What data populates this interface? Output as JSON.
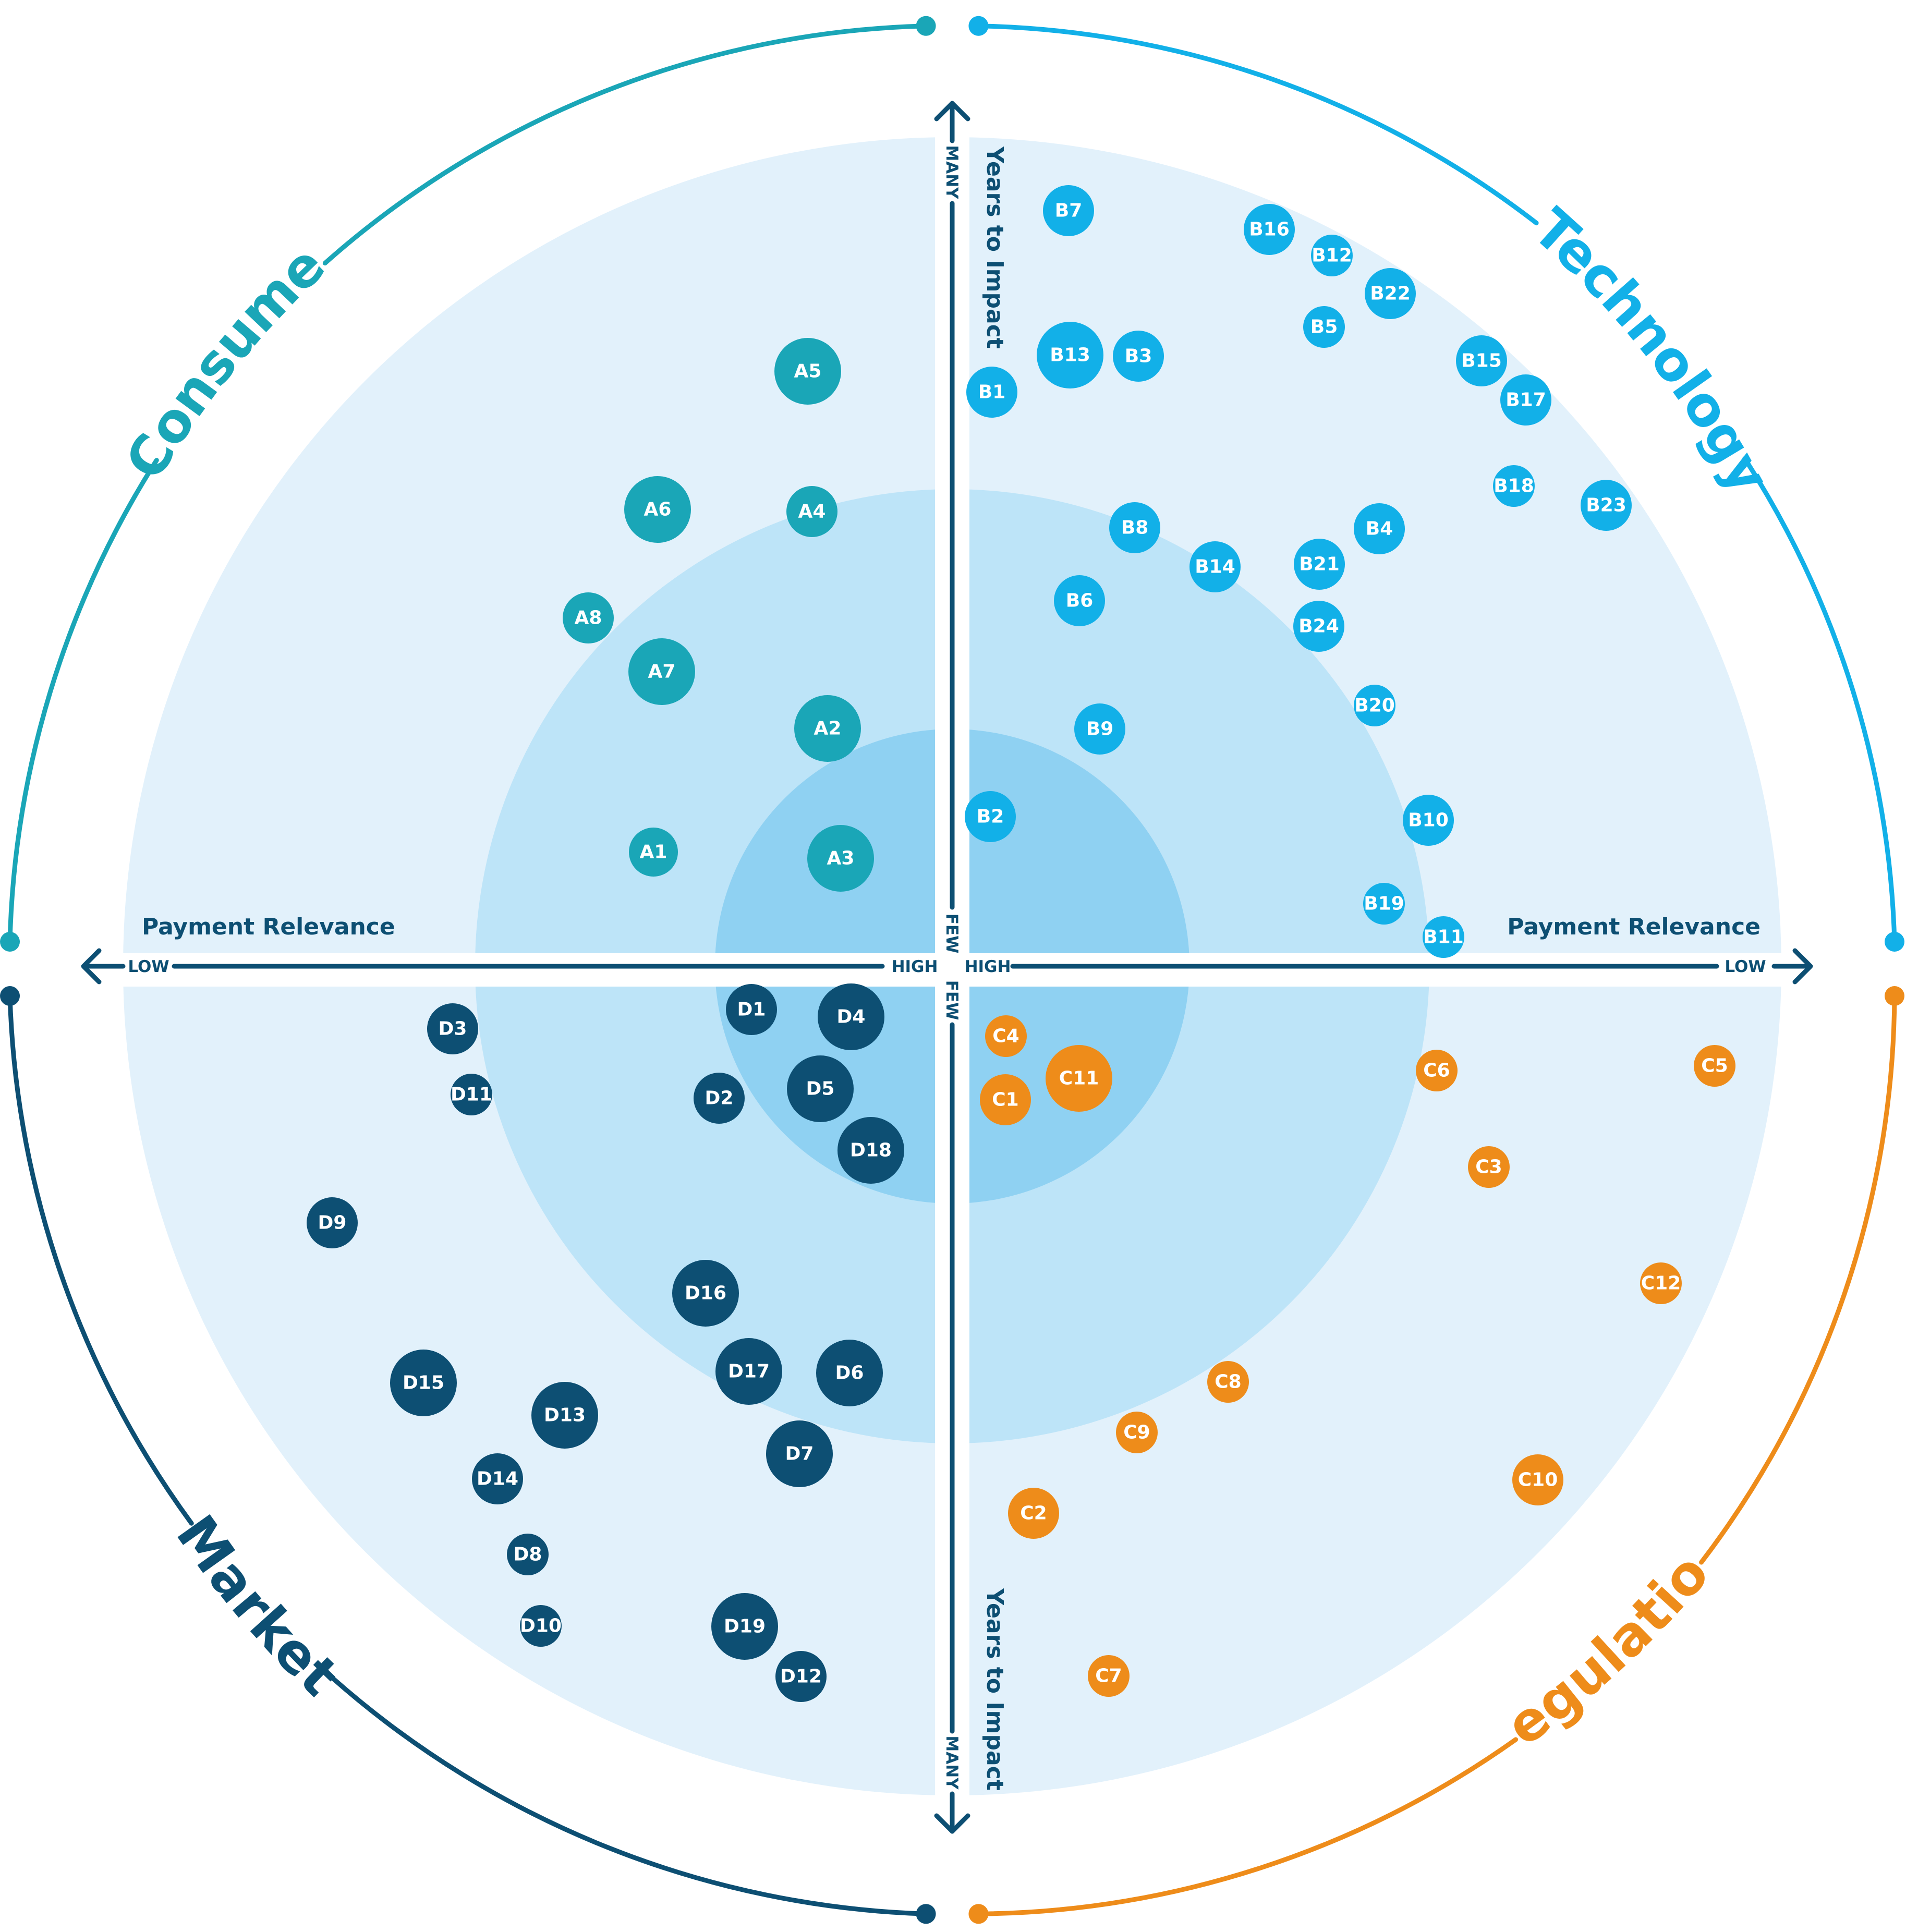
{
  "categories": [
    {
      "key": "A",
      "name": "Consumer",
      "color": "#1aa6b7"
    },
    {
      "key": "B",
      "name": "Technology",
      "color": "#12b0e8"
    },
    {
      "key": "C",
      "name": "Regulation",
      "color": "#ee8c1a"
    },
    {
      "key": "D",
      "name": "Market",
      "color": "#0d4f73"
    }
  ],
  "axes": {
    "horizontal_title": "Payment Relevance",
    "vertical_title": "Years to Impact",
    "low": "LOW",
    "high": "HIGH",
    "many": "MANY",
    "few": "FEW"
  },
  "colors": {
    "ring_outer": "#e2f1fb",
    "ring_middle": "#bde4f8",
    "ring_inner": "#8fd1f2",
    "axis": "#0d4f73"
  },
  "items": [
    {
      "id": "A1",
      "category": "A"
    },
    {
      "id": "A2",
      "category": "A"
    },
    {
      "id": "A3",
      "category": "A"
    },
    {
      "id": "A4",
      "category": "A"
    },
    {
      "id": "A5",
      "category": "A"
    },
    {
      "id": "A6",
      "category": "A"
    },
    {
      "id": "A7",
      "category": "A"
    },
    {
      "id": "A8",
      "category": "A"
    },
    {
      "id": "B1",
      "category": "B"
    },
    {
      "id": "B2",
      "category": "B"
    },
    {
      "id": "B3",
      "category": "B"
    },
    {
      "id": "B4",
      "category": "B"
    },
    {
      "id": "B5",
      "category": "B"
    },
    {
      "id": "B6",
      "category": "B"
    },
    {
      "id": "B7",
      "category": "B"
    },
    {
      "id": "B8",
      "category": "B"
    },
    {
      "id": "B9",
      "category": "B"
    },
    {
      "id": "B10",
      "category": "B"
    },
    {
      "id": "B11",
      "category": "B"
    },
    {
      "id": "B12",
      "category": "B"
    },
    {
      "id": "B13",
      "category": "B"
    },
    {
      "id": "B14",
      "category": "B"
    },
    {
      "id": "B15",
      "category": "B"
    },
    {
      "id": "B16",
      "category": "B"
    },
    {
      "id": "B17",
      "category": "B"
    },
    {
      "id": "B18",
      "category": "B"
    },
    {
      "id": "B19",
      "category": "B"
    },
    {
      "id": "B20",
      "category": "B"
    },
    {
      "id": "B21",
      "category": "B"
    },
    {
      "id": "B22",
      "category": "B"
    },
    {
      "id": "B23",
      "category": "B"
    },
    {
      "id": "B24",
      "category": "B"
    },
    {
      "id": "C1",
      "category": "C"
    },
    {
      "id": "C2",
      "category": "C"
    },
    {
      "id": "C3",
      "category": "C"
    },
    {
      "id": "C4",
      "category": "C"
    },
    {
      "id": "C5",
      "category": "C"
    },
    {
      "id": "C6",
      "category": "C"
    },
    {
      "id": "C7",
      "category": "C"
    },
    {
      "id": "C8",
      "category": "C"
    },
    {
      "id": "C9",
      "category": "C"
    },
    {
      "id": "C10",
      "category": "C"
    },
    {
      "id": "C11",
      "category": "C"
    },
    {
      "id": "C12",
      "category": "C"
    },
    {
      "id": "D1",
      "category": "D"
    },
    {
      "id": "D2",
      "category": "D"
    },
    {
      "id": "D3",
      "category": "D"
    },
    {
      "id": "D4",
      "category": "D"
    },
    {
      "id": "D5",
      "category": "D"
    },
    {
      "id": "D6",
      "category": "D"
    },
    {
      "id": "D7",
      "category": "D"
    },
    {
      "id": "D8",
      "category": "D"
    },
    {
      "id": "D9",
      "category": "D"
    },
    {
      "id": "D10",
      "category": "D"
    },
    {
      "id": "D11",
      "category": "D"
    },
    {
      "id": "D12",
      "category": "D"
    },
    {
      "id": "D13",
      "category": "D"
    },
    {
      "id": "D14",
      "category": "D"
    },
    {
      "id": "D15",
      "category": "D"
    },
    {
      "id": "D16",
      "category": "D"
    },
    {
      "id": "D17",
      "category": "D"
    },
    {
      "id": "D18",
      "category": "D"
    },
    {
      "id": "D19",
      "category": "D"
    }
  ]
}
